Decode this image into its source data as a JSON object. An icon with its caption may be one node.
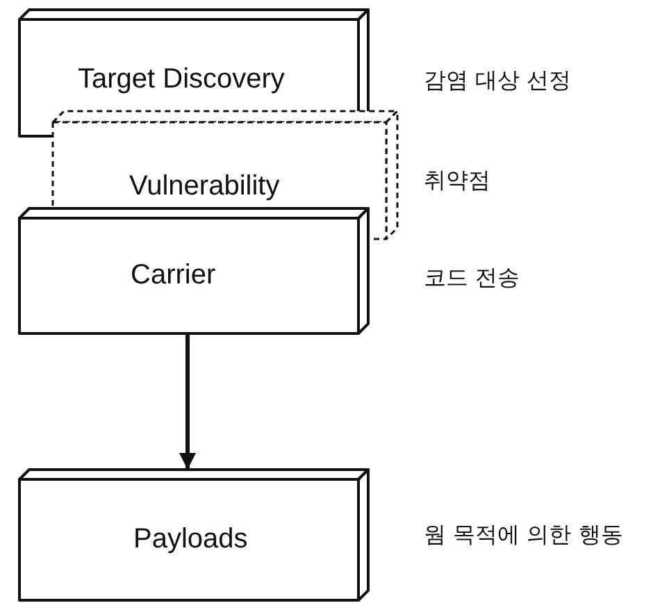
{
  "diagram": {
    "nodes": [
      {
        "text": [
          "Target Discovery"
        ],
        "beside": [
          "감염 대상 선정"
        ]
      },
      {
        "text": [
          "Vulnerability"
        ],
        "beside": [
          "취약점"
        ]
      },
      {
        "text": [
          "Carrier"
        ],
        "beside": [
          "코드 전송"
        ]
      },
      {
        "text": [
          "Payloads"
        ],
        "beside": [
          "웜 목적에 의한 행동"
        ]
      }
    ],
    "edges": [
      {
        "from": 2,
        "to": 3,
        "arrow": "to"
      }
    ]
  }
}
